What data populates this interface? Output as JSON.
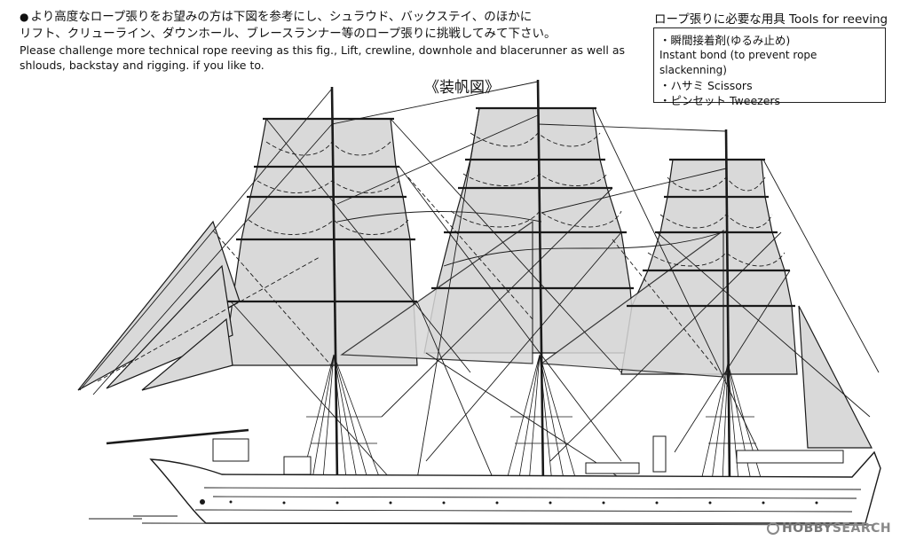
{
  "intro": {
    "jp_line1": "より高度なロープ張りをお望みの方は下図を参考にし、シュラウド、バックステイ、のほかに",
    "jp_line2": "リフト、クリューライン、ダウンホール、ブレースランナー等のロープ張りに挑戦してみて下さい。",
    "en_line1": "Please challenge more technical rope reeving as this fig., Lift, crewline, downhole and blacerunner as well as",
    "en_line2": "shlouds, backstay and rigging. if you like to."
  },
  "figure_title": "《装帆図》",
  "tools": {
    "title": "ロープ張りに必要な用具 Tools for reeving",
    "items": [
      {
        "label": "・瞬間接着剤(ゆるみ止め)",
        "sub": "Instant bond (to prevent rope slackenning)"
      },
      {
        "label": "・ハサミ Scissors",
        "sub": ""
      },
      {
        "label": "・ピンセット Tweezers",
        "sub": ""
      }
    ]
  },
  "watermark": {
    "hobby": "HOBBY",
    "search": "SEARCH"
  },
  "colors": {
    "sail_fill": "#d9d9d9",
    "line": "#1a1a1a"
  }
}
